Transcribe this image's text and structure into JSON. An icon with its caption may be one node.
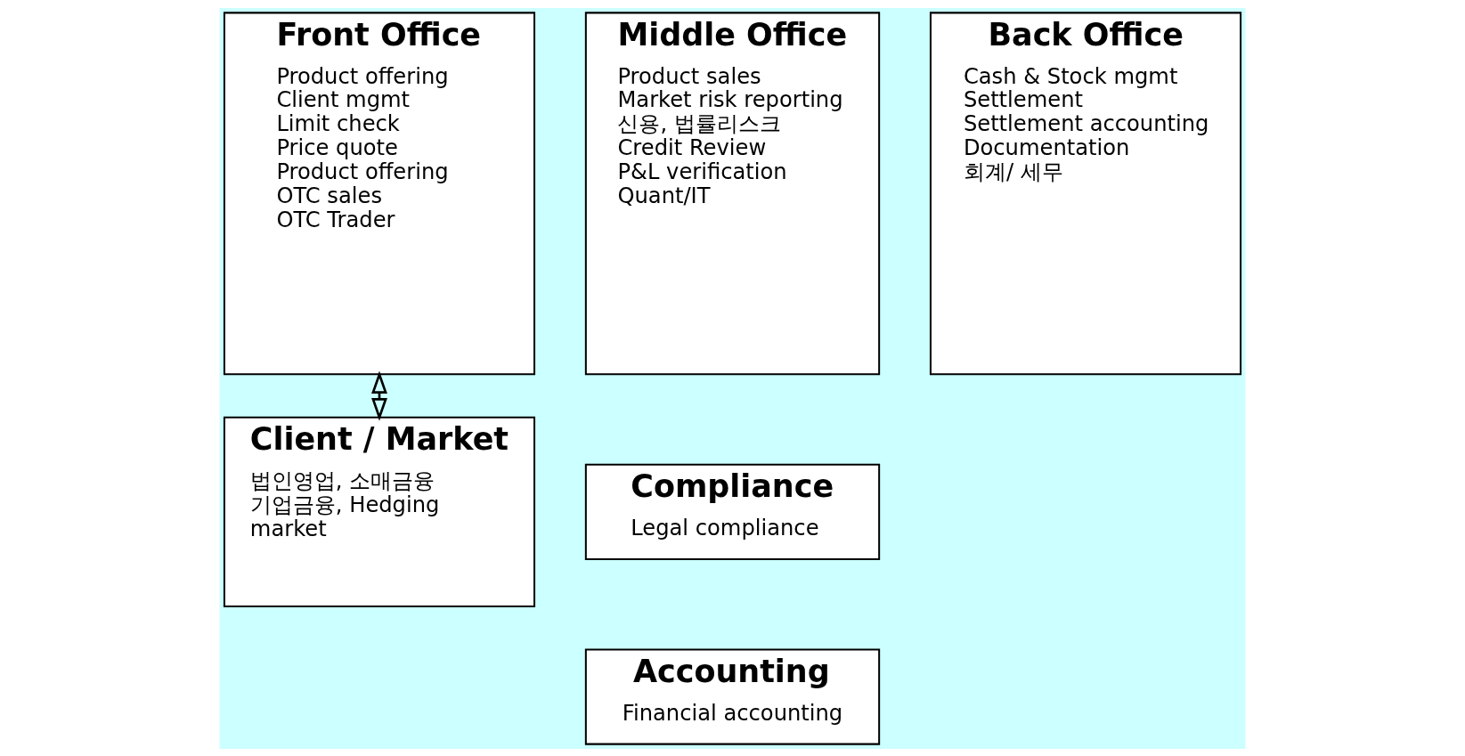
{
  "diagram": {
    "nodes": [
      {
        "text": [
          "Front Office",
          "Product offering",
          "Client mgmt",
          "Limit check",
          "Price quote",
          "Product offering",
          "OTC sales",
          "OTC Trader"
        ]
      },
      {
        "text": [
          "Middle Office",
          "Product sales",
          "Market risk reporting",
          "신용, 법률리스크",
          "Credit Review",
          "P&L verification",
          "Quant/IT"
        ]
      },
      {
        "text": [
          "Back Office",
          "Cash & Stock mgmt",
          "Settlement",
          "Settlement accounting",
          "Documentation",
          "회계/ 세무"
        ]
      },
      {
        "text": [
          "Client / Market",
          "법인영업, 소매금융",
          "기업금융, Hedging",
          "market"
        ]
      },
      {
        "text": [
          "Compliance",
          "Legal compliance"
        ]
      },
      {
        "text": [
          "Accounting",
          "Financial accounting"
        ]
      }
    ],
    "edges": [
      {
        "from": 0,
        "to": 3,
        "arrow": "both"
      }
    ]
  }
}
